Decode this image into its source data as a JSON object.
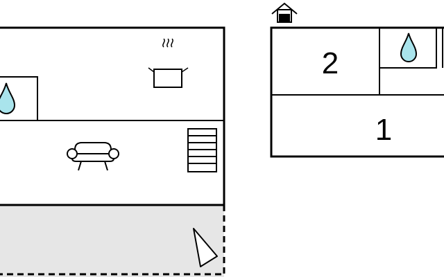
{
  "ground_floor": {
    "icons": [
      "water-drop-icon",
      "cooking-pot-icon",
      "sofa-icon",
      "staircase-icon",
      "terrace-pointer-icon"
    ]
  },
  "upper_floor": {
    "marker_icon": "house-floor-marker-icon",
    "rooms": [
      {
        "number": "2",
        "kind": "bedroom"
      },
      {
        "number": "1",
        "kind": "bedroom"
      }
    ],
    "icons": [
      "water-drop-icon"
    ]
  },
  "colors": {
    "wall": "#000000",
    "water": "#a9e4ec",
    "terrace": "#e6e6e6"
  }
}
